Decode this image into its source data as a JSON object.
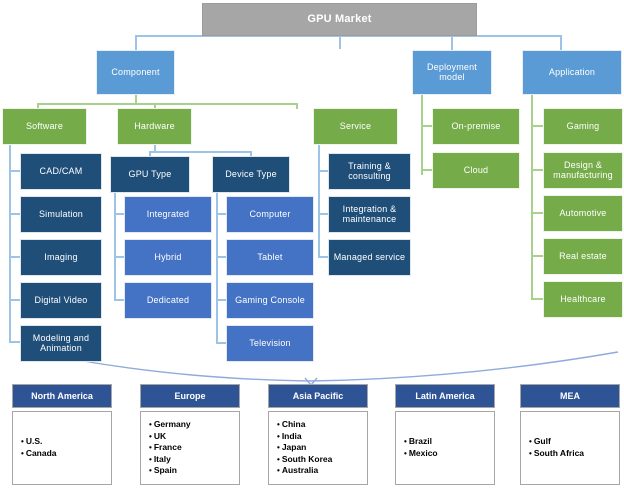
{
  "title": "GPU Market",
  "colors": {
    "root": "#a6a6a6",
    "level1": "#5b9bd5",
    "green": "#76ab4a",
    "navy": "#1f4e79",
    "midblue": "#4472c4",
    "region_header": "#2e5496",
    "connector_blue": "#9dc3e6",
    "connector_green": "#a9d18e"
  },
  "segments": {
    "component": {
      "label": "Component",
      "children": [
        {
          "label": "Software",
          "children": [
            {
              "label": "CAD/CAM"
            },
            {
              "label": "Simulation"
            },
            {
              "label": "Imaging"
            },
            {
              "label": "Digital Video"
            },
            {
              "label": "Modeling and Animation"
            }
          ]
        },
        {
          "label": "Hardware",
          "children": [
            {
              "label": "GPU Type",
              "children": [
                {
                  "label": "Integrated"
                },
                {
                  "label": "Hybrid"
                },
                {
                  "label": "Dedicated"
                }
              ]
            },
            {
              "label": "Device Type",
              "children": [
                {
                  "label": "Computer"
                },
                {
                  "label": "Tablet"
                },
                {
                  "label": "Gaming Console"
                },
                {
                  "label": "Television"
                }
              ]
            }
          ]
        },
        {
          "label": "Service",
          "children": [
            {
              "label": "Training & consulting"
            },
            {
              "label": "Integration & maintenance"
            },
            {
              "label": "Managed service"
            }
          ]
        }
      ]
    },
    "deployment_model": {
      "label": "Deployment model",
      "children": [
        {
          "label": "On-premise"
        },
        {
          "label": "Cloud"
        }
      ]
    },
    "application": {
      "label": "Application",
      "children": [
        {
          "label": "Gaming"
        },
        {
          "label": "Design & manufacturing"
        },
        {
          "label": "Automotive"
        },
        {
          "label": "Real estate"
        },
        {
          "label": "Healthcare"
        }
      ]
    }
  },
  "regions": [
    {
      "name": "North America",
      "countries": [
        "U.S.",
        "Canada"
      ]
    },
    {
      "name": "Europe",
      "countries": [
        "Germany",
        "UK",
        "France",
        "Italy",
        "Spain"
      ]
    },
    {
      "name": "Asia Pacific",
      "countries": [
        "China",
        "India",
        "Japan",
        "South Korea",
        "Australia"
      ]
    },
    {
      "name": "Latin America",
      "countries": [
        "Brazil",
        "Mexico"
      ]
    },
    {
      "name": "MEA",
      "countries": [
        "Gulf",
        "South Africa"
      ]
    }
  ]
}
